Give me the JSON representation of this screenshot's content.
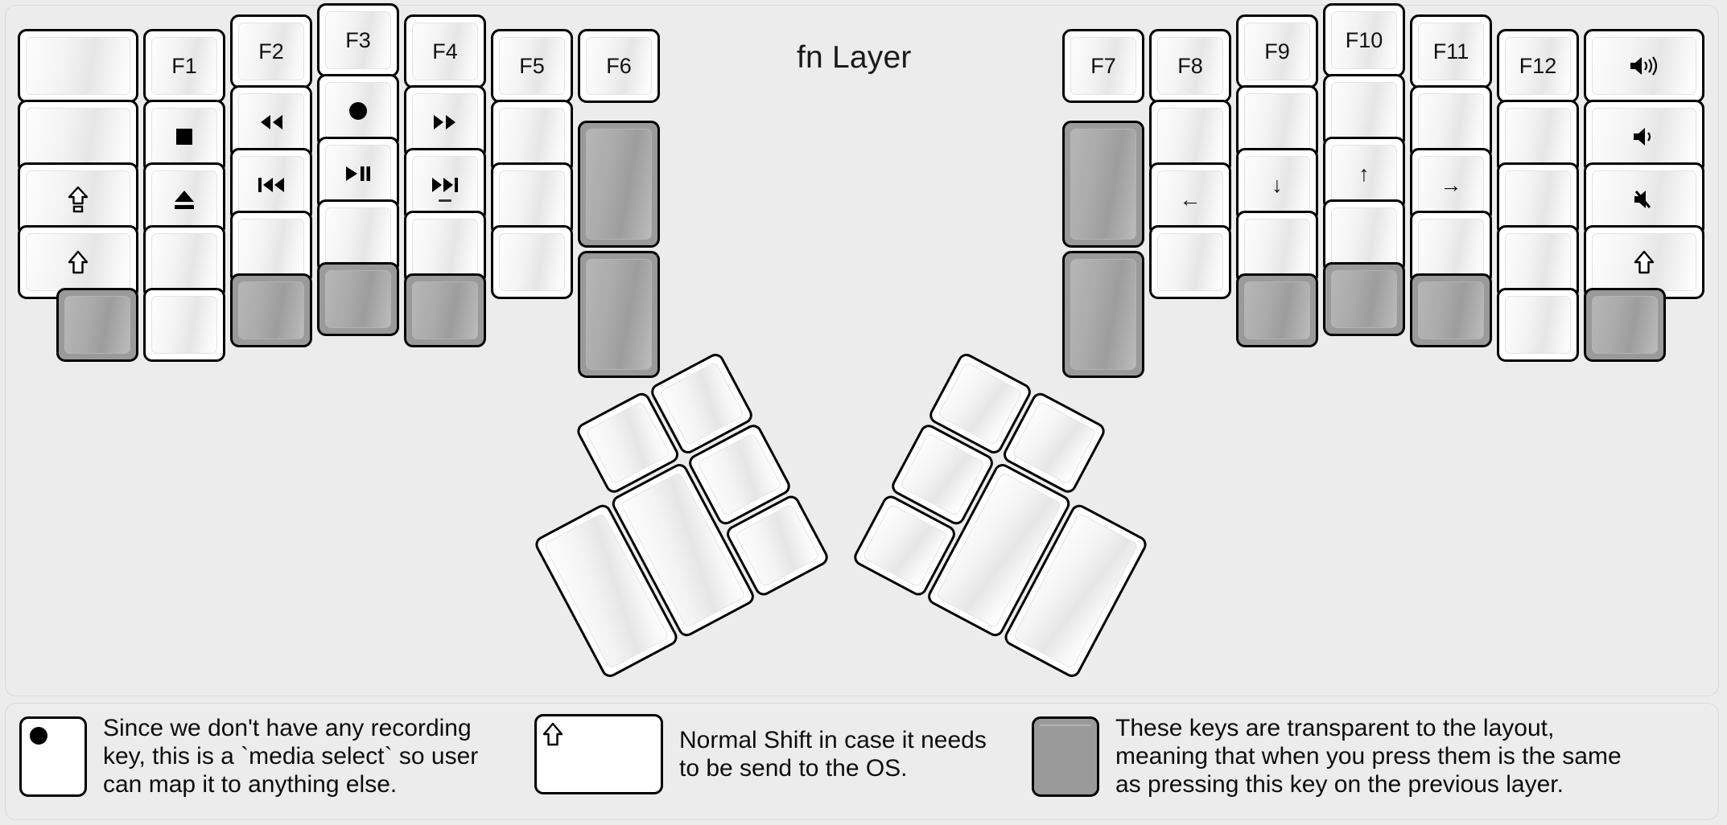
{
  "title": "fn Layer",
  "colors": {
    "background": "#ececec",
    "key_face": "#ffffff",
    "key_border": "#000000",
    "transparent_key": "#9a9a9a"
  },
  "legend": [
    {
      "key_icon": "record-dot-icon",
      "key_label": "",
      "text": "Since we don't have any recording\nkey, this is a `media select` so user\ncan map it to anything else."
    },
    {
      "key_icon": "shift-arrow-icon",
      "key_label": "⇧",
      "text": "Normal Shift in case it needs\nto be send to the OS."
    },
    {
      "key_icon": "",
      "key_label": "",
      "text": "These keys are transparent to the layout,\nmeaning that when you press them is the same\nas pressing this key on the previous layer."
    }
  ],
  "left_half": {
    "columns": [
      {
        "name": "col-outer-left",
        "keys": [
          {
            "label": "",
            "icon": "",
            "transparent": false
          },
          {
            "label": "",
            "icon": "",
            "transparent": false
          },
          {
            "label": "⇧",
            "icon": "caps-lock-icon",
            "transparent": false
          },
          {
            "label": "⇧",
            "icon": "shift-icon",
            "transparent": false
          },
          {
            "label": "",
            "icon": "",
            "transparent": true
          }
        ]
      },
      {
        "name": "col-f1",
        "keys": [
          {
            "label": "F1",
            "icon": "",
            "transparent": false
          },
          {
            "label": "",
            "icon": "media-stop-icon",
            "transparent": false
          },
          {
            "label": "",
            "icon": "media-eject-icon",
            "transparent": false
          },
          {
            "label": "",
            "icon": "",
            "transparent": false
          },
          {
            "label": "",
            "icon": "",
            "transparent": false
          }
        ]
      },
      {
        "name": "col-f2",
        "keys": [
          {
            "label": "F2",
            "icon": "",
            "transparent": false
          },
          {
            "label": "",
            "icon": "media-rewind-icon",
            "transparent": false
          },
          {
            "label": "",
            "icon": "media-prev-track-icon",
            "transparent": false
          },
          {
            "label": "",
            "icon": "",
            "transparent": false
          },
          {
            "label": "",
            "icon": "",
            "transparent": true
          }
        ]
      },
      {
        "name": "col-f3",
        "keys": [
          {
            "label": "F3",
            "icon": "",
            "transparent": false
          },
          {
            "label": "",
            "icon": "media-record-icon",
            "transparent": false
          },
          {
            "label": "",
            "icon": "media-play-pause-icon",
            "transparent": false
          },
          {
            "label": "",
            "icon": "",
            "transparent": false
          },
          {
            "label": "",
            "icon": "",
            "transparent": true
          }
        ]
      },
      {
        "name": "col-f4",
        "keys": [
          {
            "label": "F4",
            "icon": "",
            "transparent": false
          },
          {
            "label": "",
            "icon": "media-fast-forward-icon",
            "transparent": false
          },
          {
            "label": "",
            "icon": "media-next-track-icon",
            "transparent": false
          },
          {
            "label": "",
            "icon": "",
            "transparent": false
          },
          {
            "label": "",
            "icon": "",
            "transparent": true
          }
        ]
      },
      {
        "name": "col-f5",
        "keys": [
          {
            "label": "F5",
            "icon": "",
            "transparent": false
          },
          {
            "label": "",
            "icon": "",
            "transparent": false
          },
          {
            "label": "",
            "icon": "",
            "transparent": false
          },
          {
            "label": "",
            "icon": "",
            "transparent": false
          }
        ]
      },
      {
        "name": "col-f6",
        "keys": [
          {
            "label": "F6",
            "icon": "",
            "transparent": false
          },
          {
            "label": "",
            "icon": "",
            "transparent": true
          },
          {
            "label": "",
            "icon": "",
            "transparent": true
          }
        ]
      }
    ],
    "thumb_cluster": [
      {
        "name": "thumb-left-small-top-left",
        "label": "",
        "icon": "",
        "transparent": false
      },
      {
        "name": "thumb-left-small-top-right",
        "label": "",
        "icon": "",
        "transparent": false
      },
      {
        "name": "thumb-left-small-mid-right",
        "label": "",
        "icon": "",
        "transparent": false
      },
      {
        "name": "thumb-left-small-bottom-right",
        "label": "",
        "icon": "",
        "transparent": false
      },
      {
        "name": "thumb-left-tall-inner",
        "label": "",
        "icon": "",
        "transparent": false
      },
      {
        "name": "thumb-left-tall-outer",
        "label": "",
        "icon": "",
        "transparent": false
      }
    ]
  },
  "right_half": {
    "columns": [
      {
        "name": "col-f7",
        "keys": [
          {
            "label": "F7",
            "icon": "",
            "transparent": false
          },
          {
            "label": "",
            "icon": "",
            "transparent": true
          },
          {
            "label": "",
            "icon": "",
            "transparent": true
          }
        ]
      },
      {
        "name": "col-f8",
        "keys": [
          {
            "label": "F8",
            "icon": "",
            "transparent": false
          },
          {
            "label": "",
            "icon": "",
            "transparent": false
          },
          {
            "label": "←",
            "icon": "arrow-left-icon",
            "transparent": false
          },
          {
            "label": "",
            "icon": "",
            "transparent": false
          }
        ]
      },
      {
        "name": "col-f9",
        "keys": [
          {
            "label": "F9",
            "icon": "",
            "transparent": false
          },
          {
            "label": "",
            "icon": "",
            "transparent": false
          },
          {
            "label": "↓",
            "icon": "arrow-down-icon",
            "transparent": false
          },
          {
            "label": "",
            "icon": "",
            "transparent": false
          },
          {
            "label": "",
            "icon": "",
            "transparent": true
          }
        ]
      },
      {
        "name": "col-f10",
        "keys": [
          {
            "label": "F10",
            "icon": "",
            "transparent": false
          },
          {
            "label": "",
            "icon": "",
            "transparent": false
          },
          {
            "label": "↑",
            "icon": "arrow-up-icon",
            "transparent": false
          },
          {
            "label": "",
            "icon": "",
            "transparent": false
          },
          {
            "label": "",
            "icon": "",
            "transparent": true
          }
        ]
      },
      {
        "name": "col-f11",
        "keys": [
          {
            "label": "F11",
            "icon": "",
            "transparent": false
          },
          {
            "label": "",
            "icon": "",
            "transparent": false
          },
          {
            "label": "→",
            "icon": "arrow-right-icon",
            "transparent": false
          },
          {
            "label": "",
            "icon": "",
            "transparent": false
          },
          {
            "label": "",
            "icon": "",
            "transparent": true
          }
        ]
      },
      {
        "name": "col-f12",
        "keys": [
          {
            "label": "F12",
            "icon": "",
            "transparent": false
          },
          {
            "label": "",
            "icon": "",
            "transparent": false
          },
          {
            "label": "",
            "icon": "",
            "transparent": false
          },
          {
            "label": "",
            "icon": "",
            "transparent": false
          },
          {
            "label": "",
            "icon": "",
            "transparent": false
          }
        ]
      },
      {
        "name": "col-outer-right",
        "keys": [
          {
            "label": "",
            "icon": "volume-up-icon",
            "transparent": false
          },
          {
            "label": "",
            "icon": "volume-down-icon",
            "transparent": false
          },
          {
            "label": "",
            "icon": "volume-mute-icon",
            "transparent": false
          },
          {
            "label": "⇧",
            "icon": "shift-icon",
            "transparent": false
          },
          {
            "label": "",
            "icon": "",
            "transparent": true
          }
        ]
      }
    ],
    "thumb_cluster": [
      {
        "name": "thumb-right-small-top-left",
        "label": "",
        "icon": "",
        "transparent": false
      },
      {
        "name": "thumb-right-small-top-right",
        "label": "",
        "icon": "",
        "transparent": false
      },
      {
        "name": "thumb-right-small-mid-left",
        "label": "",
        "icon": "",
        "transparent": false
      },
      {
        "name": "thumb-right-small-bottom-left",
        "label": "",
        "icon": "",
        "transparent": false
      },
      {
        "name": "thumb-right-tall-inner",
        "label": "",
        "icon": "",
        "transparent": false
      },
      {
        "name": "thumb-right-tall-outer",
        "label": "",
        "icon": "",
        "transparent": false
      }
    ]
  }
}
